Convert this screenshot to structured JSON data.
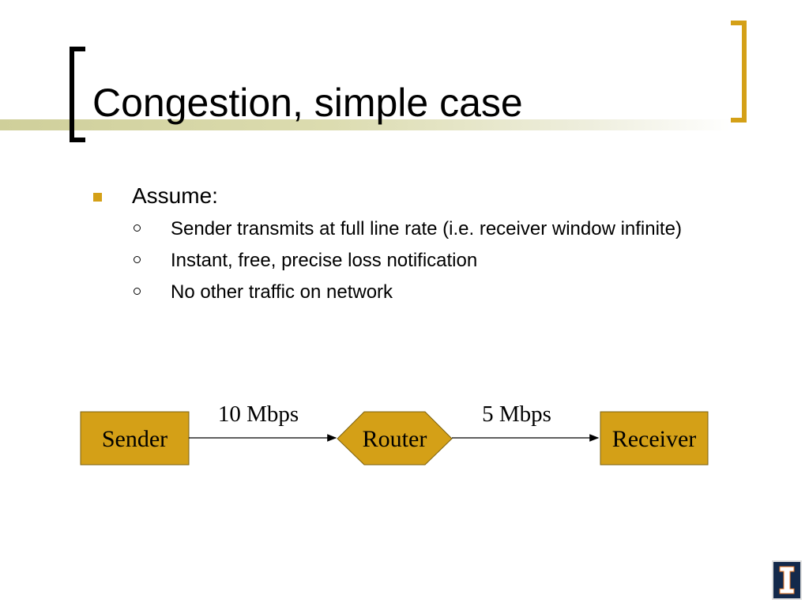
{
  "slide": {
    "title": "Congestion, simple case"
  },
  "bullets": {
    "main": "Assume:",
    "subs": [
      "Sender transmits at full line rate (i.e. receiver window infinite)",
      "Instant, free, precise loss notification",
      "No other traffic on network"
    ]
  },
  "diagram": {
    "nodes": {
      "sender": "Sender",
      "router": "Router",
      "receiver": "Receiver"
    },
    "links": {
      "sender_router": "10 Mbps",
      "router_receiver": "5 Mbps"
    },
    "colors": {
      "node_fill": "#d4a017",
      "node_stroke": "#7a6010"
    }
  },
  "theme": {
    "accent": "#d4a017",
    "logo_color": "#13294b"
  }
}
